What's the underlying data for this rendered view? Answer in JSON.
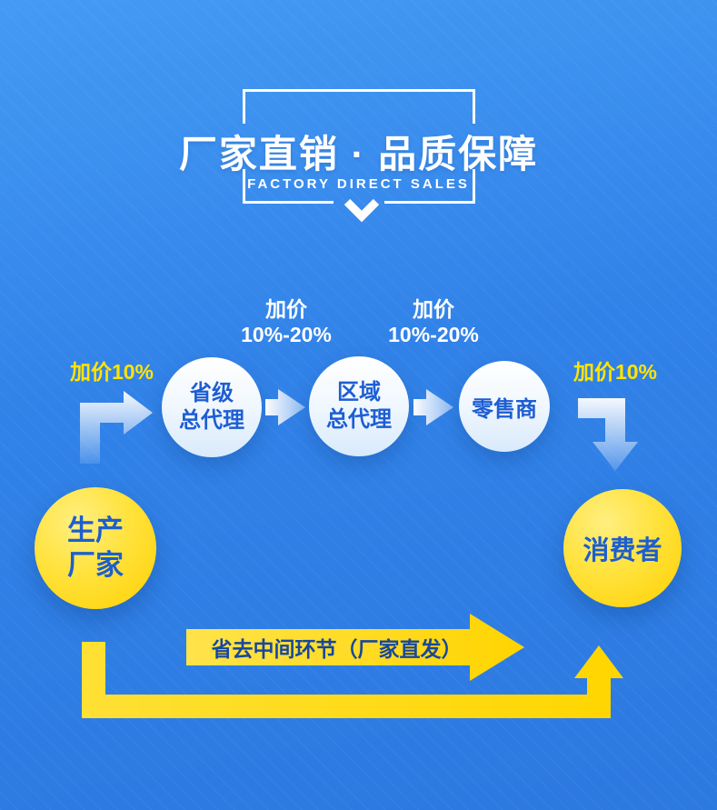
{
  "colors": {
    "background_blue": "#3182e8",
    "accent_yellow": "#ffdf00",
    "markup_label_yellow": "#ffe400",
    "node_text_blue": "#1d5ed3",
    "direct_arrow_text_blue": "#17479e",
    "white": "#ffffff"
  },
  "header": {
    "title": "厂家直销 · 品质保障",
    "subtitle": "FACTORY DIRECT SALES"
  },
  "flow": {
    "left_markup": "加价10%",
    "right_markup": "加价10%",
    "mid_markups": [
      {
        "line1": "加价",
        "line2": "10%-20%"
      },
      {
        "line1": "加价",
        "line2": "10%-20%"
      }
    ],
    "middlemen": [
      {
        "line1": "省级",
        "line2": "总代理"
      },
      {
        "line1": "区域",
        "line2": "总代理"
      },
      {
        "label": "零售商"
      }
    ],
    "producer": {
      "line1": "生产",
      "line2": "厂家"
    },
    "consumer": {
      "label": "消费者"
    }
  },
  "direct_sale": {
    "label": "省去中间环节（厂家直发）"
  }
}
